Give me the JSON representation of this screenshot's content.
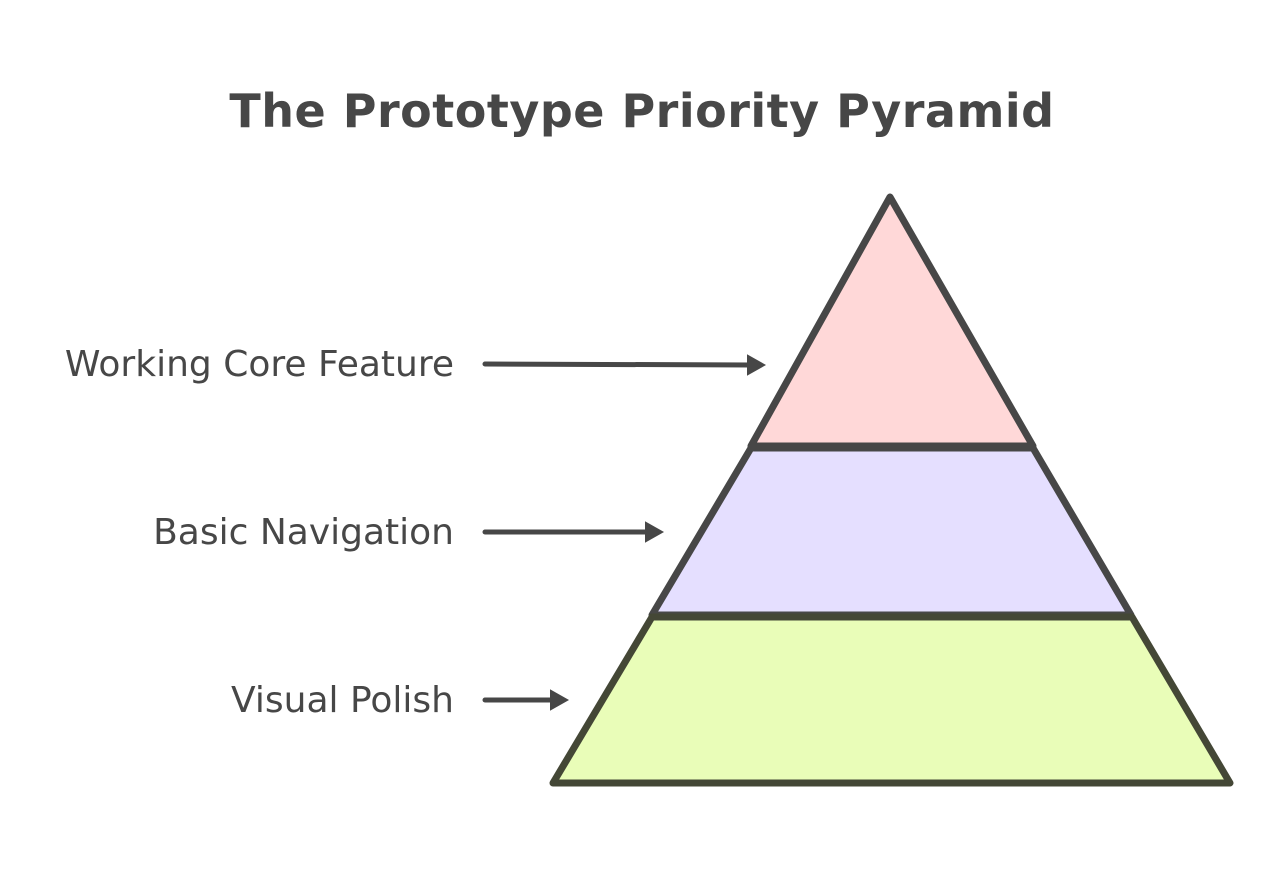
{
  "title": "The Prototype Priority Pyramid",
  "levels": [
    {
      "label": "Working Core Feature",
      "fill": "#ffd8d8",
      "position": "top"
    },
    {
      "label": "Basic Navigation",
      "fill": "#e5dfff",
      "position": "middle"
    },
    {
      "label": "Visual Polish",
      "fill": "#e9fdb8",
      "position": "bottom"
    }
  ],
  "colors": {
    "stroke": "#474747",
    "text": "#474747",
    "background": "#ffffff"
  }
}
